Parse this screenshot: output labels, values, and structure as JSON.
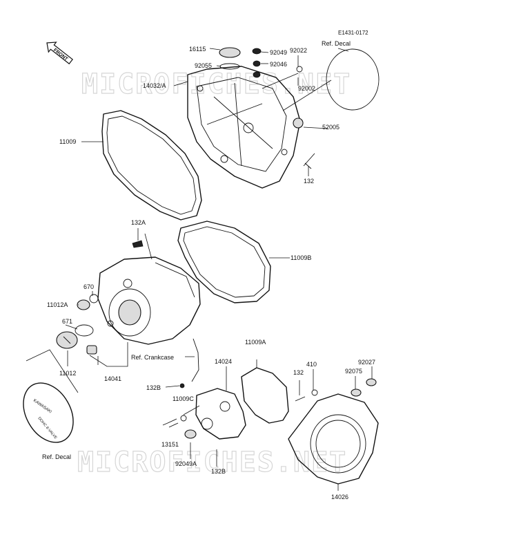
{
  "diagram": {
    "ref_code": "E1431-0172",
    "watermark": "MICROFICHES.NET",
    "front_label": "FRONT"
  },
  "callouts": [
    {
      "id": "c16115",
      "text": "16115"
    },
    {
      "id": "c92049",
      "text": "92049"
    },
    {
      "id": "c92022",
      "text": "92022"
    },
    {
      "id": "cRefDecalTop",
      "text": "Ref. Decal"
    },
    {
      "id": "c92055",
      "text": "92055"
    },
    {
      "id": "c92046",
      "text": "92046"
    },
    {
      "id": "c14032A",
      "text": "14032/A"
    },
    {
      "id": "c92002",
      "text": "92002"
    },
    {
      "id": "c11009",
      "text": "11009"
    },
    {
      "id": "c52005",
      "text": "52005"
    },
    {
      "id": "c132top",
      "text": "132"
    },
    {
      "id": "c132A",
      "text": "132A"
    },
    {
      "id": "c11009B",
      "text": "11009B"
    },
    {
      "id": "c670",
      "text": "670"
    },
    {
      "id": "c11012A",
      "text": "11012A"
    },
    {
      "id": "c671",
      "text": "671"
    },
    {
      "id": "c11009A",
      "text": "11009A"
    },
    {
      "id": "cRefCrankcase",
      "text": "Ref. Crankcase"
    },
    {
      "id": "c14024",
      "text": "14024"
    },
    {
      "id": "c11012",
      "text": "11012"
    },
    {
      "id": "c14041",
      "text": "14041"
    },
    {
      "id": "c410",
      "text": "410"
    },
    {
      "id": "c92027",
      "text": "92027"
    },
    {
      "id": "c132mid",
      "text": "132"
    },
    {
      "id": "c92075",
      "text": "92075"
    },
    {
      "id": "c132B1",
      "text": "132B"
    },
    {
      "id": "c11009C",
      "text": "11009C"
    },
    {
      "id": "c13151",
      "text": "13151"
    },
    {
      "id": "cRefDecalBottom",
      "text": "Ref. Decal"
    },
    {
      "id": "c92049A",
      "text": "92049A"
    },
    {
      "id": "c132B2",
      "text": "132B"
    },
    {
      "id": "c14026",
      "text": "14026"
    }
  ],
  "decal_text": {
    "brand": "KAWASAKI",
    "model": "DOHC 8-VALVE"
  }
}
